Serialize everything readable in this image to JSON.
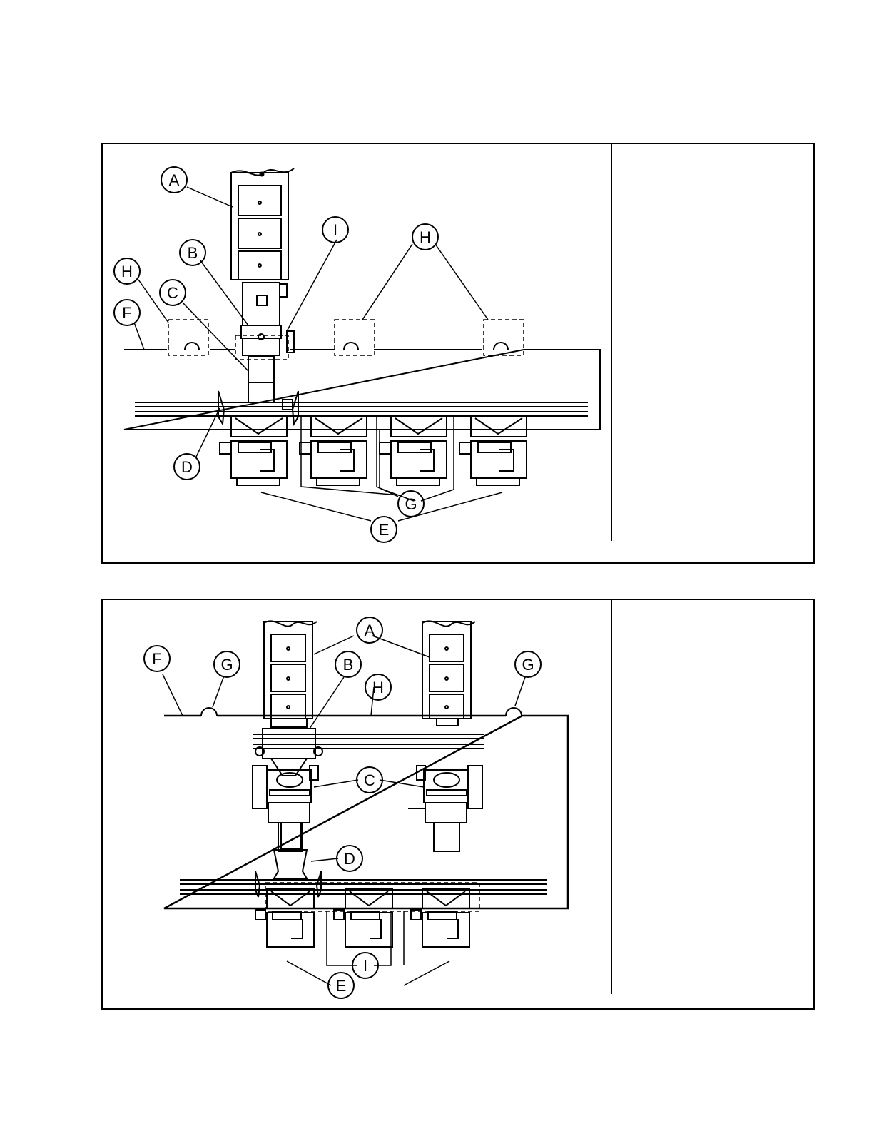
{
  "figure_top": {
    "callouts": [
      "A",
      "B",
      "C",
      "D",
      "E",
      "F",
      "G",
      "H",
      "I"
    ]
  },
  "figure_bottom": {
    "callouts": [
      "A",
      "B",
      "C",
      "D",
      "E",
      "F",
      "G",
      "H",
      "I"
    ]
  },
  "colors": {
    "line": "#000000",
    "background": "#ffffff"
  }
}
